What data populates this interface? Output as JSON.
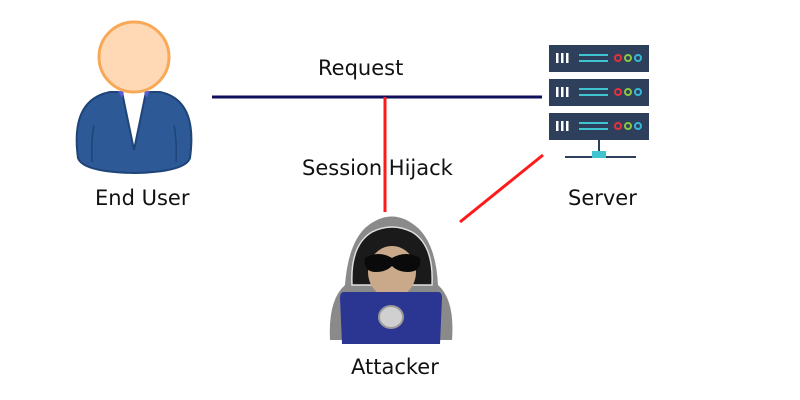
{
  "diagram": {
    "nodes": {
      "end_user": {
        "label": "End User",
        "icon": "user-icon"
      },
      "server": {
        "label": "Server",
        "icon": "server-icon"
      },
      "attacker": {
        "label": "Attacker",
        "icon": "hacker-icon"
      }
    },
    "edges": {
      "request": {
        "label": "Request",
        "from": "End User",
        "to": "Server",
        "color": "#0f0f5c"
      },
      "hijack": {
        "label": "Session Hijack",
        "from": "Attacker",
        "to": "Request",
        "color": "#ff1a1a"
      },
      "attacker_server": {
        "label": "",
        "from": "Attacker",
        "to": "Server",
        "color": "#ff1a1a"
      }
    },
    "colors": {
      "user_suit": "#2d5a97",
      "user_face": "#ffd8b5",
      "user_face_outline": "#f7a957",
      "server_body": "#2e3f5c",
      "server_stripe": "#40c4d0",
      "led_red": "#e8303a",
      "led_green": "#8cc63f",
      "led_cyan": "#35b8d8",
      "hood": "#8a8a8a",
      "laptop": "#2b3592"
    }
  }
}
